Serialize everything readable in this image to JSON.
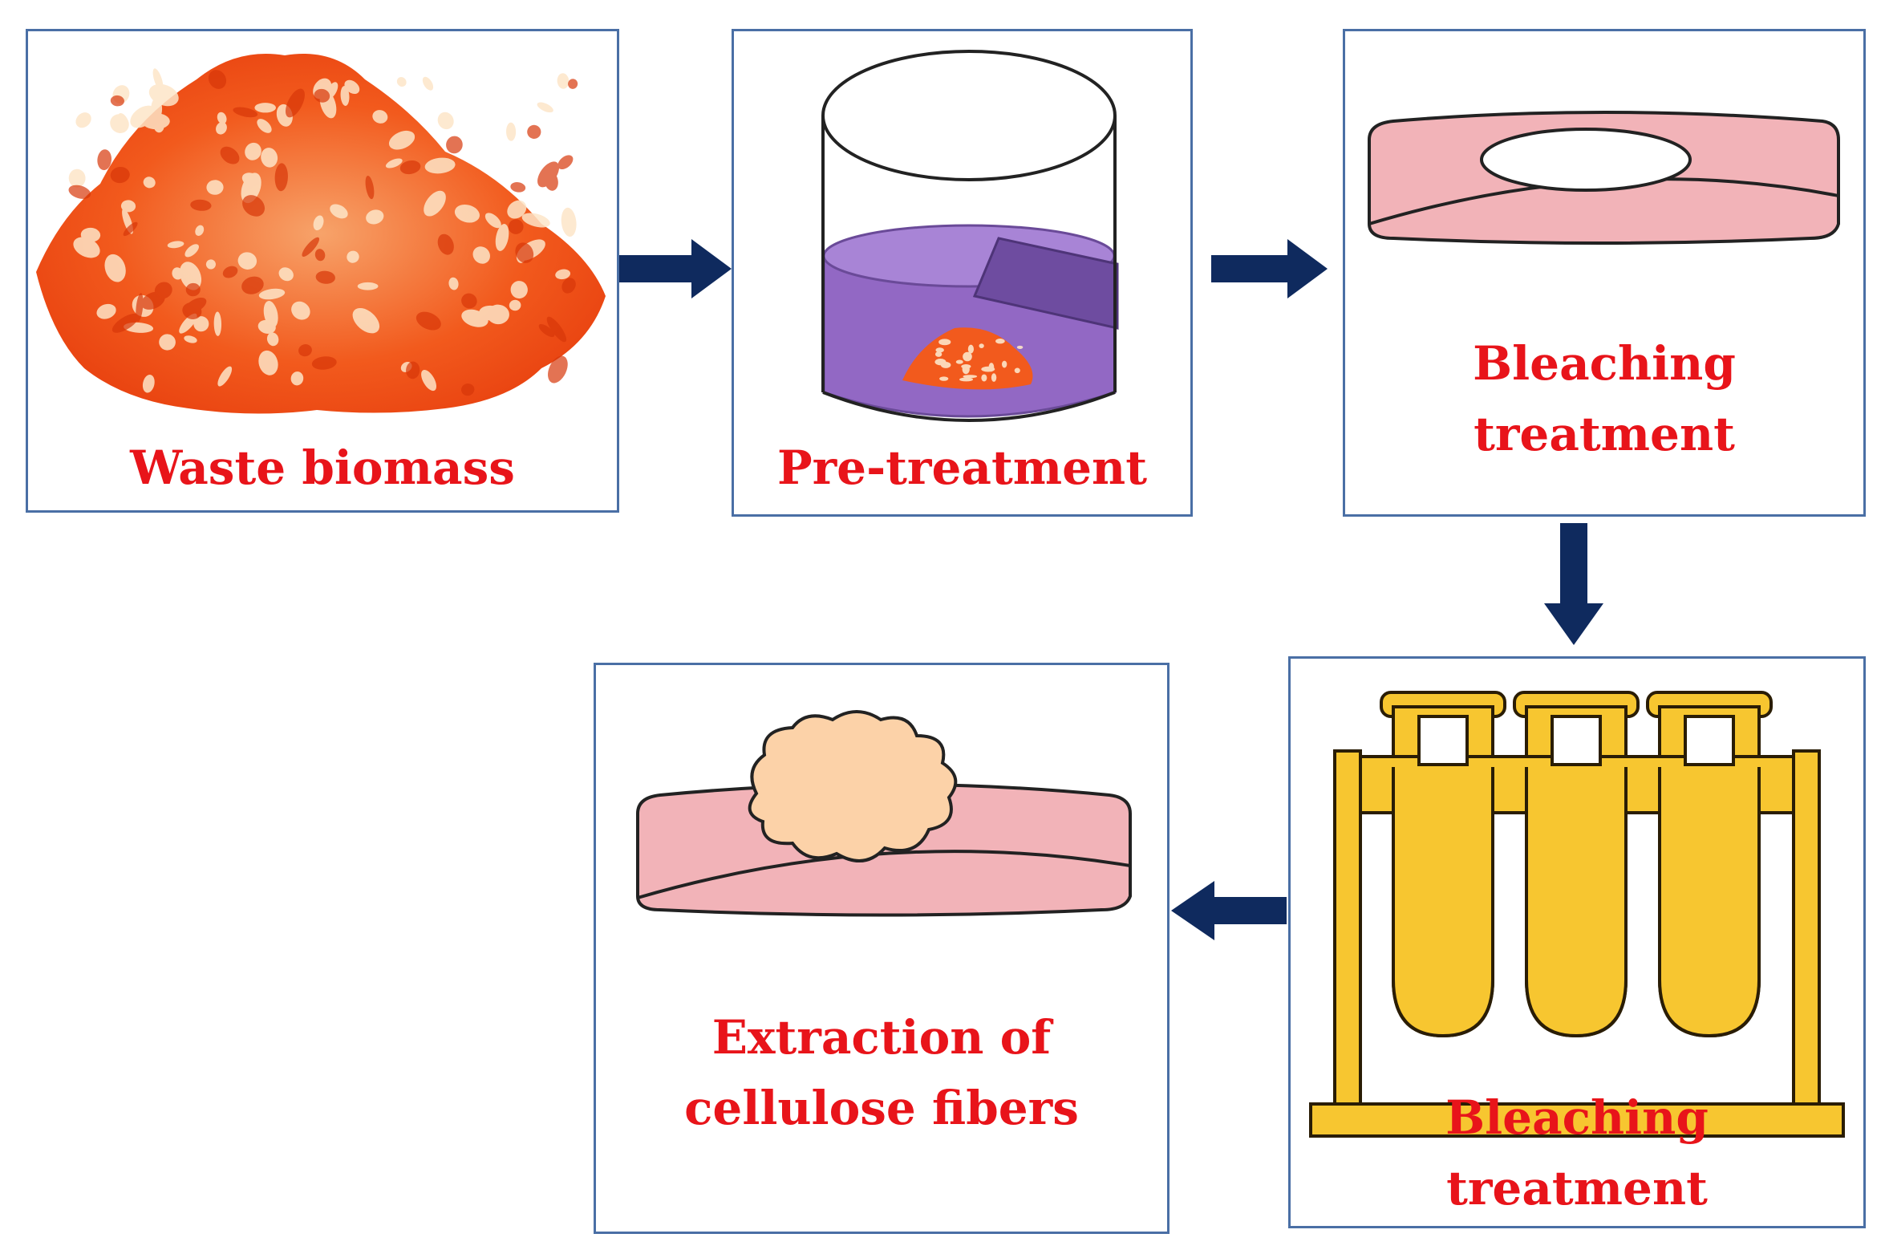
{
  "steps": [
    {
      "id": "waste",
      "label_lines": [
        "Waste biomass"
      ]
    },
    {
      "id": "pretreat",
      "label_lines": [
        "Pre-treatment"
      ]
    },
    {
      "id": "bleach1",
      "label_lines": [
        "Bleaching",
        "treatment"
      ]
    },
    {
      "id": "bleach2",
      "label_lines": [
        "Bleaching",
        "treatment"
      ]
    },
    {
      "id": "extract",
      "label_lines": [
        "Extraction of",
        "cellulose fibers"
      ]
    }
  ],
  "colors": {
    "label": "#e8141a",
    "box_border": "#4a6fa5",
    "arrow": "#0f2a5e",
    "biomass": "#f25a1d",
    "liquid": "#9268c4",
    "dish": "#f2b3b8",
    "rack": "#f7c630",
    "fiber": "#fcd2a8"
  },
  "icons": [
    "biomass-pile-icon",
    "beaker-icon",
    "petri-dish-icon",
    "test-tube-rack-icon",
    "cellulose-dish-icon",
    "arrow-right-icon",
    "arrow-down-icon",
    "arrow-left-icon"
  ]
}
